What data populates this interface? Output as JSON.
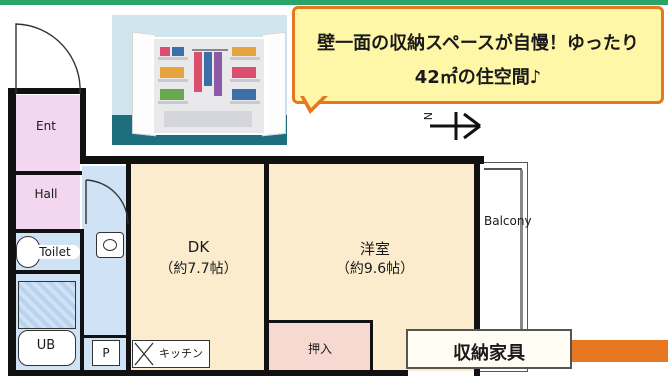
{
  "callout": {
    "line1": "壁一面の収納スペースが自慢！ゆったり",
    "line2": "42㎡の住空間♪"
  },
  "compass": {
    "letter": "N"
  },
  "rooms": {
    "ent": "Ent",
    "hall": "Hall",
    "toilet": "Toilet",
    "ub": "UB",
    "p": "P",
    "kitchen": "キッチン",
    "dk_name": "DK",
    "dk_size": "（約7.7帖）",
    "western_name": "洋室",
    "western_size": "（約9.6帖）",
    "closet": "押入",
    "balcony": "Balcony"
  },
  "storage_label": "収納家具",
  "colors": {
    "accent_orange": "#e87722",
    "callout_fill": "#fff7a8",
    "top_bar_green": "#2aa56a",
    "room_wood": "#faeccc",
    "room_pink": "#f3d6f0",
    "room_blue": "#cfe2f6",
    "closet_pink": "#f7d9d2"
  },
  "icons": [
    "wardrobe-illustration",
    "compass-north-icon",
    "toilet-icon",
    "bathtub-icon",
    "sink-icon"
  ]
}
